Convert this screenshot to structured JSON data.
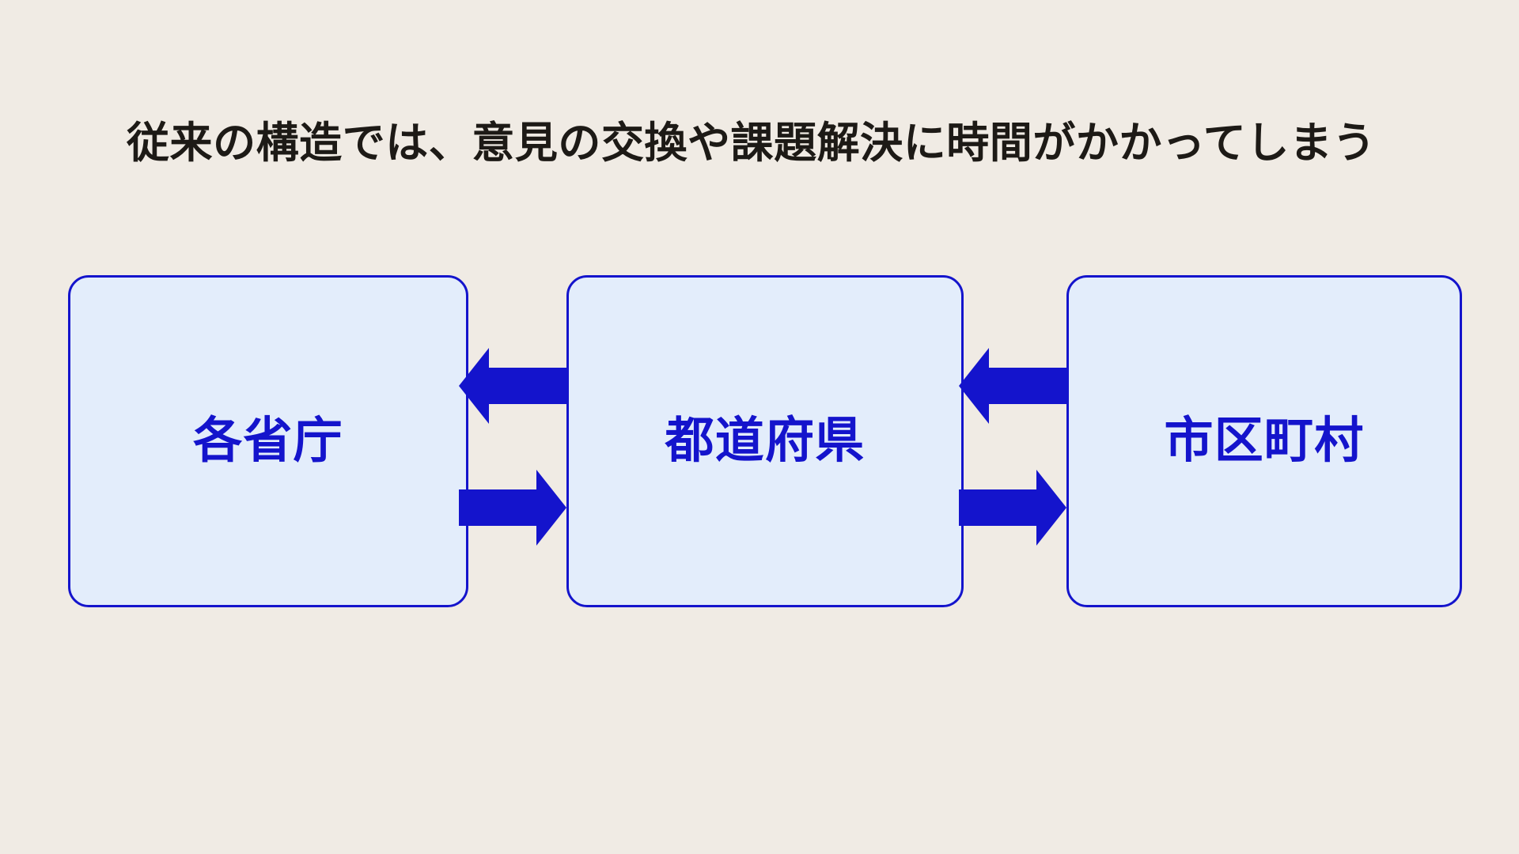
{
  "slide": {
    "title": "従来の構造では、意見の交換や課題解決に時間がかかってしまう",
    "background_color": "#f0ebe4",
    "title_color": "#1d1a16"
  },
  "theme": {
    "accent_color": "#1414cc",
    "box_fill_color": "#e3edfb",
    "box_border_color": "#1414cc",
    "arrow_color": "#1414cc"
  },
  "diagram": {
    "type": "flow-chain",
    "orientation": "horizontal",
    "nodes": [
      {
        "id": "node-0",
        "label": "各省庁"
      },
      {
        "id": "node-1",
        "label": "都道府県"
      },
      {
        "id": "node-2",
        "label": "市区町村"
      }
    ],
    "connectors": [
      {
        "id": "connector-0",
        "between": [
          "各省庁",
          "都道府県"
        ],
        "arrows": [
          {
            "direction": "left",
            "from": "都道府県",
            "to": "各省庁"
          },
          {
            "direction": "right",
            "from": "各省庁",
            "to": "都道府県"
          }
        ]
      },
      {
        "id": "connector-1",
        "between": [
          "都道府県",
          "市区町村"
        ],
        "arrows": [
          {
            "direction": "left",
            "from": "市区町村",
            "to": "都道府県"
          },
          {
            "direction": "right",
            "from": "都道府県",
            "to": "市区町村"
          }
        ]
      }
    ]
  }
}
